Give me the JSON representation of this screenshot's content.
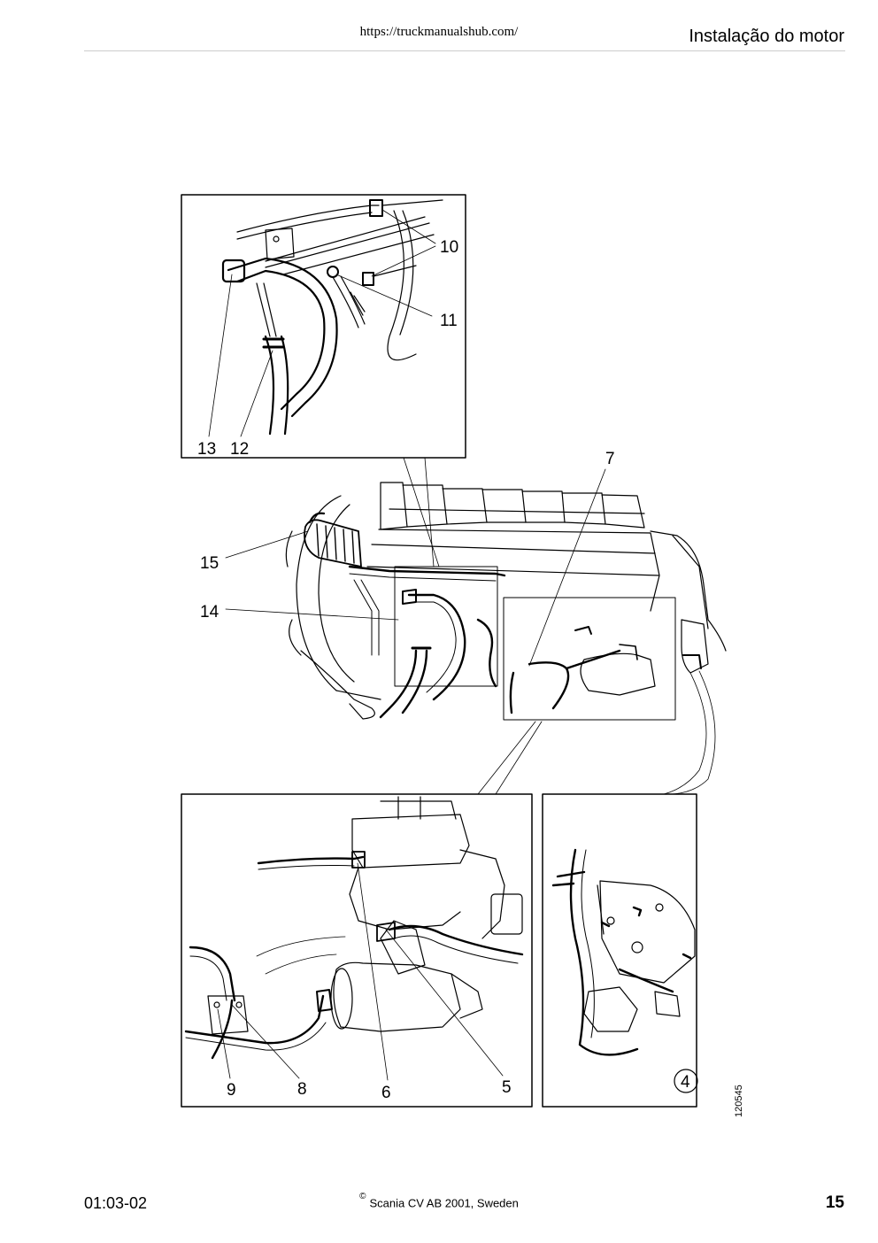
{
  "header": {
    "url": "https://truckmanualshub.com/",
    "section_title": "Instalação do motor"
  },
  "figure": {
    "callouts": {
      "c4": "4",
      "c5": "5",
      "c6": "6",
      "c7": "7",
      "c8": "8",
      "c9": "9",
      "c10": "10",
      "c11": "11",
      "c12": "12",
      "c13": "13",
      "c14": "14",
      "c15": "15"
    },
    "figure_id": "120545"
  },
  "footer": {
    "doc_code": "01:03-02",
    "copyright_symbol": "©",
    "copyright_text": "Scania CV AB 2001, Sweden",
    "page_number": "15"
  }
}
